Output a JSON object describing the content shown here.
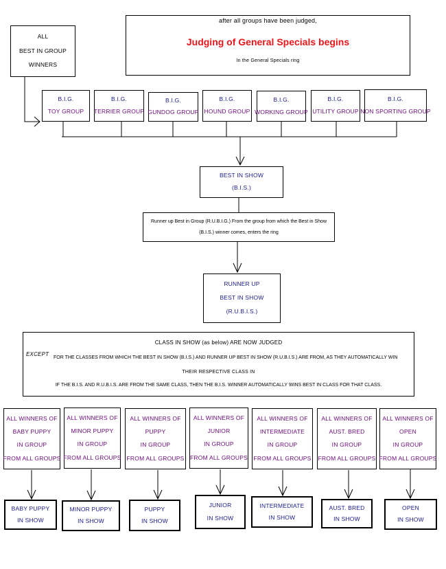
{
  "start_box": {
    "lines": [
      "ALL",
      "BEST IN GROUP",
      "WINNERS"
    ]
  },
  "header_box": {
    "top": "after all groups have been judged,",
    "title": "Judging of General Specials begins",
    "bottom": "In the General Specials ring"
  },
  "groups": [
    {
      "code": "B.I.G.",
      "name": "TOY GROUP"
    },
    {
      "code": "B.I.G.",
      "name": "TERRIER GROUP"
    },
    {
      "code": "B.I.G.",
      "name": "GUNDOG GROUP"
    },
    {
      "code": "B.I.G.",
      "name": "HOUND GROUP"
    },
    {
      "code": "B.I.G.",
      "name": "WORKING GROUP"
    },
    {
      "code": "B.I.G.",
      "name": "UTILITY GROUP"
    },
    {
      "code": "B.I.G.",
      "name": "NON SPORTING GROUP"
    }
  ],
  "bis_box": {
    "line1": "BEST IN SHOW",
    "line2": "(B.I.S.)"
  },
  "runner_note": {
    "line1": "Runner up Best in Group (R.U.B.I.G.) From the group from which the Best in Show",
    "line2": "(B.I.S.) winner comes, enters the ring"
  },
  "rubis_box": {
    "line1": "RUNNER UP",
    "line2": "BEST IN SHOW",
    "line3": "(R.U.B.I.S.)"
  },
  "class_note": {
    "title": "CLASS IN SHOW (as below) ARE NOW JUDGED",
    "except": "EXCEPT",
    "line1": "FOR THE CLASSES FROM WHICH THE BEST IN SHOW (B.I.S.) AND RUNNER UP BEST IN SHOW (R.U.B.I.S.) ARE FROM, AS THEY AUTOMATICALLY WIN",
    "line2": "THEIR RESPECTIVE CLASS IN",
    "line3": "IF THE B.I.S. AND R.U.B.I.S. ARE FROM THE SAME CLASS, THEN THE B.I.S. WINNER AUTOMATICALLY  WINS  BEST IN CLASS FOR THAT CLASS."
  },
  "classes": [
    {
      "winners": [
        "ALL  WINNERS OF",
        "BABY PUPPY",
        "IN GROUP",
        "FROM ALL GROUPS"
      ],
      "result": [
        "BABY PUPPY",
        "IN SHOW"
      ]
    },
    {
      "winners": [
        "ALL  WINNERS OF",
        "MINOR PUPPY",
        "IN GROUP",
        "FROM ALL GROUPS"
      ],
      "result": [
        "MINOR PUPPY",
        "IN SHOW"
      ]
    },
    {
      "winners": [
        "ALL  WINNERS OF",
        "PUPPY",
        "IN GROUP",
        "FROM ALL GROUPS"
      ],
      "result": [
        "PUPPY",
        "IN SHOW"
      ]
    },
    {
      "winners": [
        "ALL  WINNERS OF",
        "JUNIOR",
        "IN GROUP",
        "FROM ALL GROUPS"
      ],
      "result": [
        "JUNIOR",
        "IN SHOW"
      ]
    },
    {
      "winners": [
        "ALL WINNERS OF",
        "INTERMEDIATE",
        "IN GROUP",
        "FROM ALL GROUPS"
      ],
      "result": [
        "INTERMEDIATE",
        "IN SHOW"
      ]
    },
    {
      "winners": [
        "ALL WINNERS OF",
        "AUST. BRED",
        "IN GROUP",
        "FROM ALL GROUPS"
      ],
      "result": [
        "AUST. BRED",
        "IN SHOW"
      ]
    },
    {
      "winners": [
        "ALL  WINNERS OF",
        "OPEN",
        "IN GROUP",
        "FROM ALL GROUPS"
      ],
      "result": [
        "OPEN",
        "IN SHOW"
      ]
    }
  ]
}
